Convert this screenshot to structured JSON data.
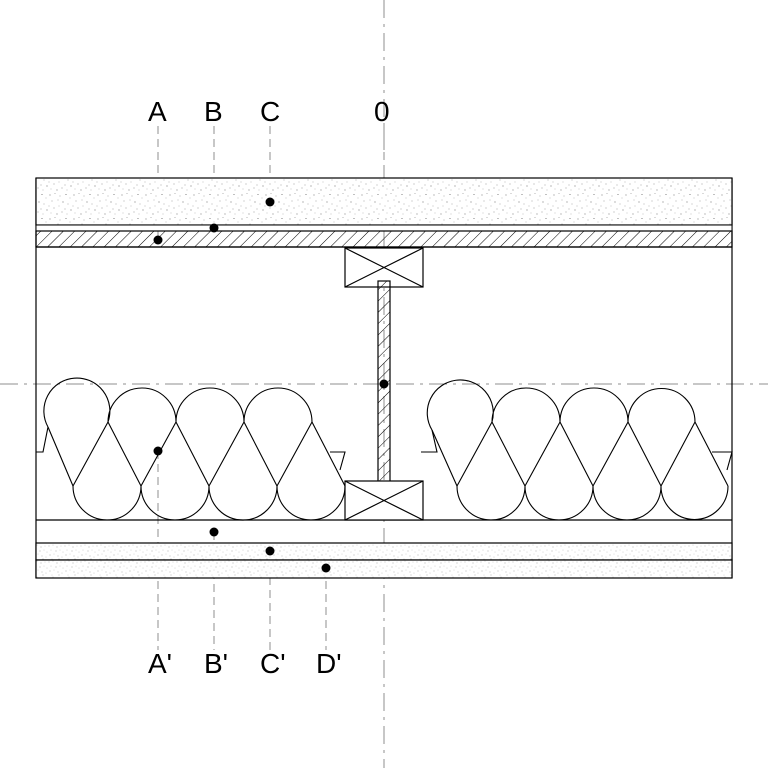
{
  "diagram": {
    "type": "construction-section",
    "labels": {
      "top": [
        "A",
        "B",
        "C",
        "0"
      ],
      "bottom": [
        "A'",
        "B'",
        "C'",
        "D'"
      ]
    },
    "colors": {
      "line": "#000000",
      "axis": "#8f8f8f",
      "background": "#ffffff"
    }
  }
}
